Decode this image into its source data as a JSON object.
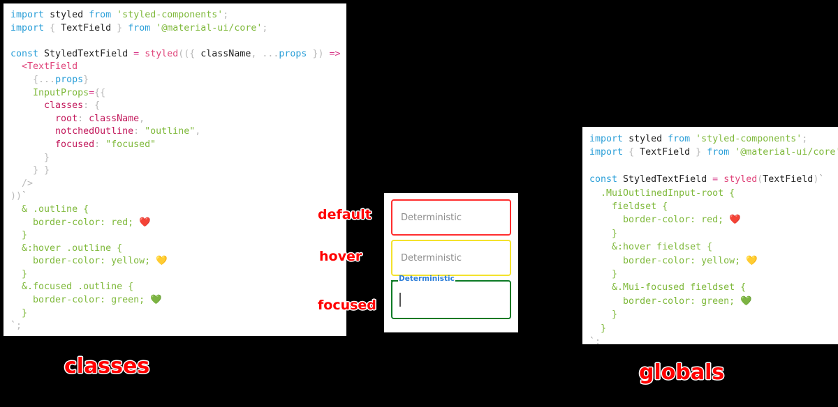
{
  "background_color": "#000000",
  "panels": {
    "left": {
      "caption": "classes",
      "code_lines": [
        "import styled from 'styled-components';",
        "import { TextField } from '@material-ui/core';",
        "",
        "const StyledTextField = styled(({ className, ...props }) => (",
        "  <TextField",
        "    {...props}",
        "    InputProps={{",
        "      classes: {",
        "        root: className,",
        "        notchedOutline: \"outline\",",
        "        focused: \"focused\"",
        "      }",
        "    }}",
        "  />",
        "))`",
        "  & .outline {",
        "    border-color: red; ❤️",
        "  }",
        "  &:hover .outline {",
        "    border-color: yellow; 💛",
        "  }",
        "  &.focused .outline {",
        "    border-color: green; 💚",
        "  }",
        "`;"
      ]
    },
    "right": {
      "caption": "globals",
      "code_lines": [
        "import styled from 'styled-components';",
        "import { TextField } from '@material-ui/core';",
        "",
        "const StyledTextField = styled(TextField)`",
        "  .MuiOutlinedInput-root {",
        "    fieldset {",
        "      border-color: red; ❤️",
        "    }",
        "    &:hover fieldset {",
        "      border-color: yellow; 💛",
        "    }",
        "    &.Mui-focused fieldset {",
        "      border-color: green; 💚",
        "    }",
        "  }",
        "`;"
      ]
    }
  },
  "demo": {
    "fields": [
      {
        "state": "default",
        "placeholder": "Deterministic",
        "border_color": "#ff2d2d",
        "value": ""
      },
      {
        "state": "hover",
        "placeholder": "Deterministic",
        "border_color": "#f4e22c",
        "value": ""
      },
      {
        "state": "focused",
        "label": "Deterministic",
        "border_color": "#0b7a24",
        "label_color": "#2f7fd8",
        "value": ""
      }
    ]
  },
  "annotations": {
    "default": "default",
    "hover": "hover",
    "focused": "focused",
    "color": "#ff0000"
  },
  "syntax_colors": {
    "keyword": "#2b9fd8",
    "string": "#7fb93b",
    "function": "#e0457b",
    "property": "#c2185b",
    "punctuation": "#b9b9b9",
    "identifier": "#222222"
  }
}
